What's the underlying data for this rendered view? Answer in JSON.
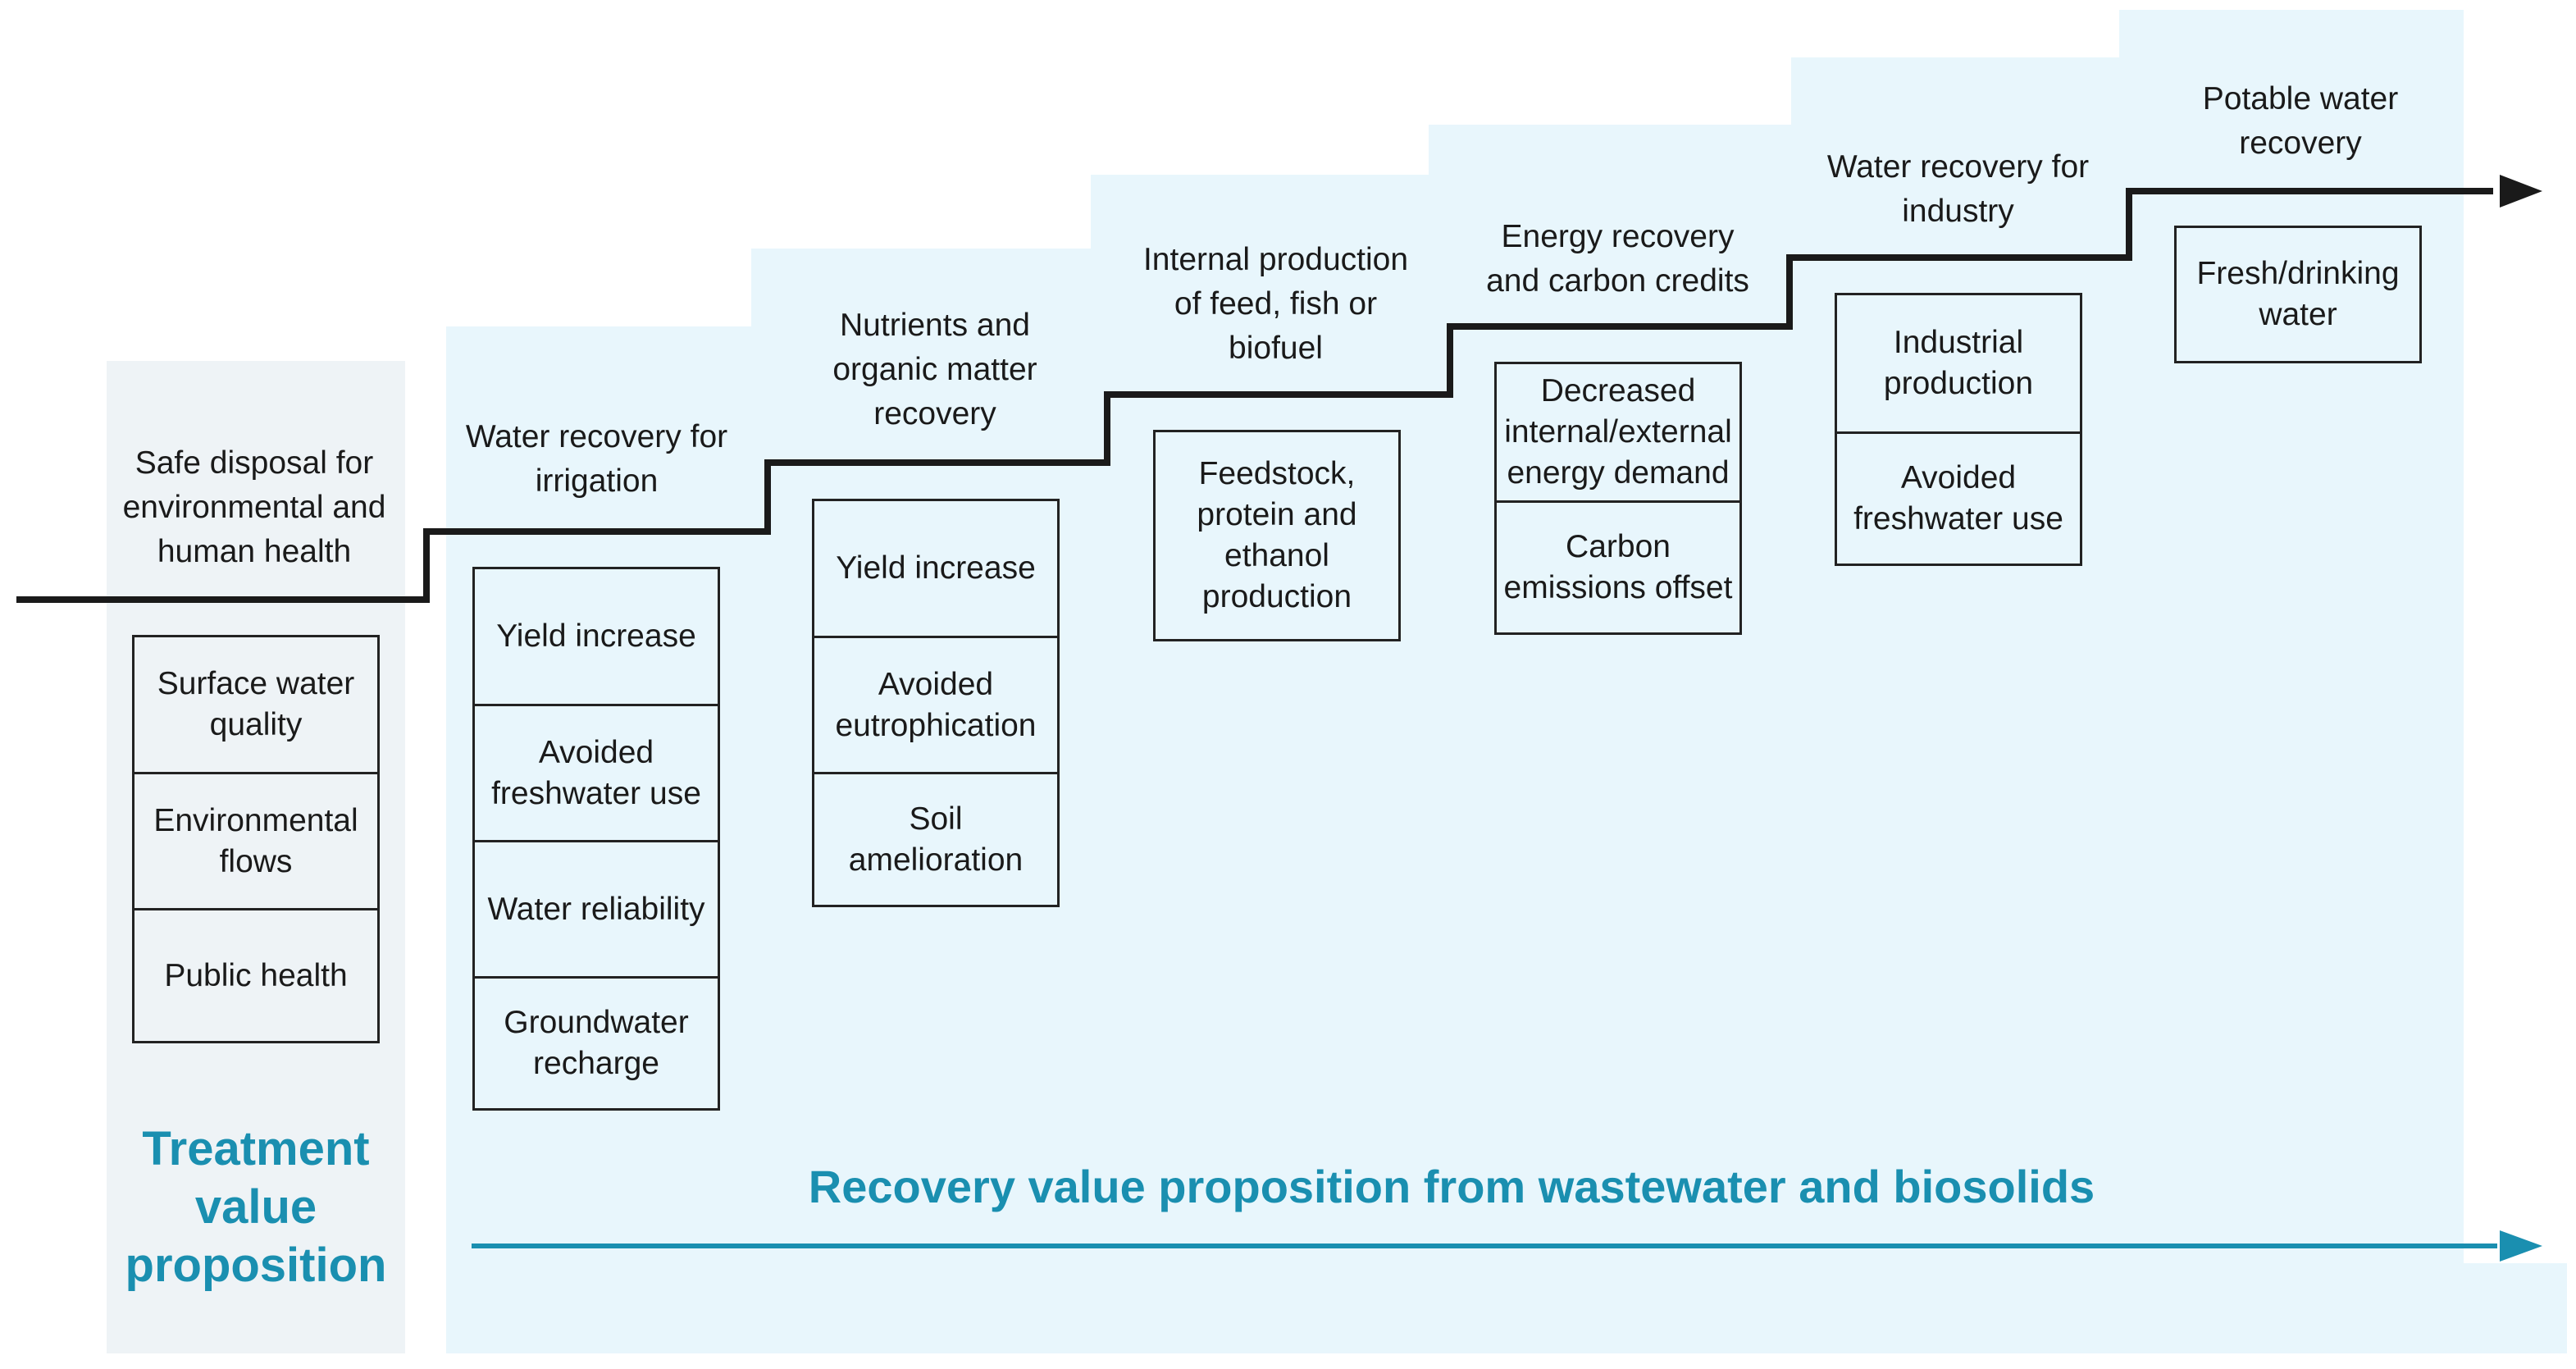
{
  "colors": {
    "treatment_bg": "#eef3f6",
    "recovery_bg": "#e8f6fc",
    "line": "#1a1a1a",
    "teal": "#1a8fb0"
  },
  "treatment": {
    "step_label": "Safe disposal for environmental and human health",
    "benefits": [
      "Surface water quality",
      "Environmental flows",
      "Public health"
    ],
    "caption": "Treatment value proposition"
  },
  "recovery": {
    "caption": "Recovery value proposition from wastewater and biosolids",
    "steps": [
      {
        "label": "Water recovery for irrigation",
        "benefits": [
          "Yield increase",
          "Avoided freshwater use",
          "Water reliability",
          "Groundwater recharge"
        ]
      },
      {
        "label": "Nutrients and organic matter recovery",
        "benefits": [
          "Yield increase",
          "Avoided eutrophication",
          "Soil amelioration"
        ]
      },
      {
        "label": "Internal production of feed, fish or biofuel",
        "benefits": [
          "Feedstock, protein and ethanol production"
        ]
      },
      {
        "label": "Energy recovery and carbon credits",
        "benefits": [
          "Decreased internal/external energy demand",
          "Carbon emissions offset"
        ]
      },
      {
        "label": "Water recovery for industry",
        "benefits": [
          "Industrial production",
          "Avoided freshwater use"
        ]
      },
      {
        "label": "Potable water recovery",
        "benefits": [
          "Fresh/drinking water"
        ]
      }
    ]
  }
}
